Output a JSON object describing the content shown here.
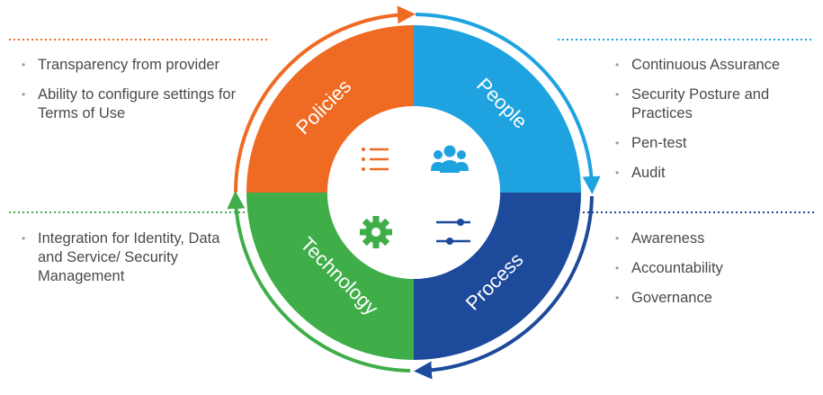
{
  "quadrants": {
    "policies": {
      "label": "Policies",
      "color": "#ef6a23"
    },
    "people": {
      "label": "People",
      "color": "#1ea3e0"
    },
    "technology": {
      "label": "Technology",
      "color": "#3fae49"
    },
    "process": {
      "label": "Process",
      "color": "#1d4a9a"
    }
  },
  "icons": {
    "policies": "list-icon",
    "people": "group-icon",
    "technology": "gear-icon",
    "process": "sliders-icon"
  },
  "lists": {
    "top_left": [
      "Transparency from provider",
      "Ability to configure settings for Terms of Use"
    ],
    "top_right": [
      "Continuous Assurance",
      "Security Posture and Practices",
      "Pen-test",
      "Audit"
    ],
    "bottom_left": [
      "Integration for Identity, Data and Service/ Security Management"
    ],
    "bottom_right": [
      "Awareness",
      "Accountability",
      "Governance"
    ]
  }
}
